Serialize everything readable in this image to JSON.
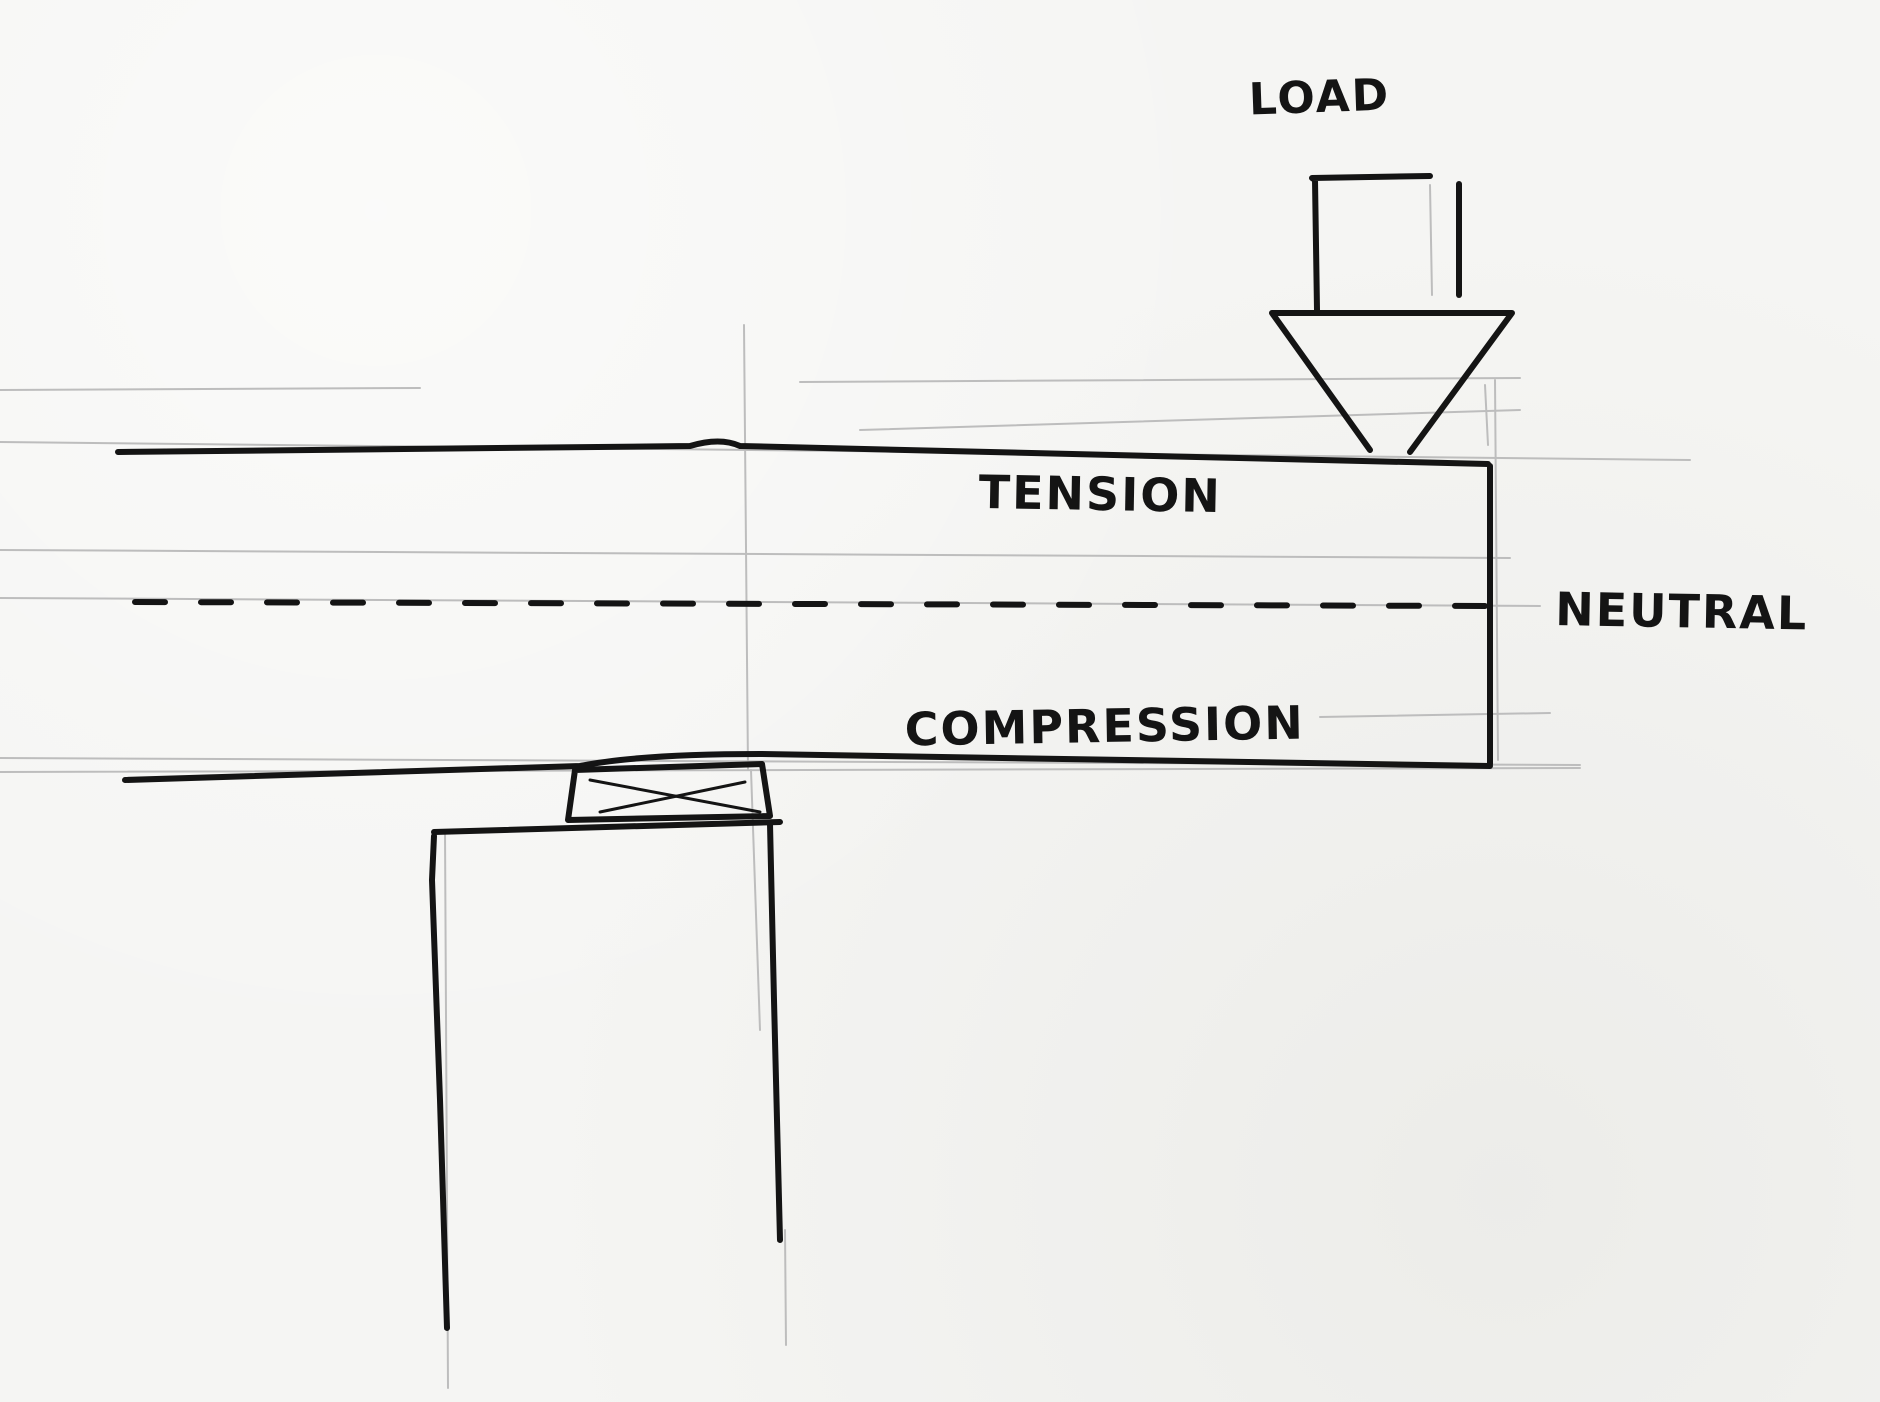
{
  "diagram": {
    "labels": {
      "load": "LOAD",
      "tension": "TENSION",
      "neutral": "NEUTRAL",
      "compression": "COMPRESSION"
    },
    "colors": {
      "ink": "#141414",
      "guide_pencil": "#b8b8b8",
      "paper": "#f5f5f3"
    }
  }
}
